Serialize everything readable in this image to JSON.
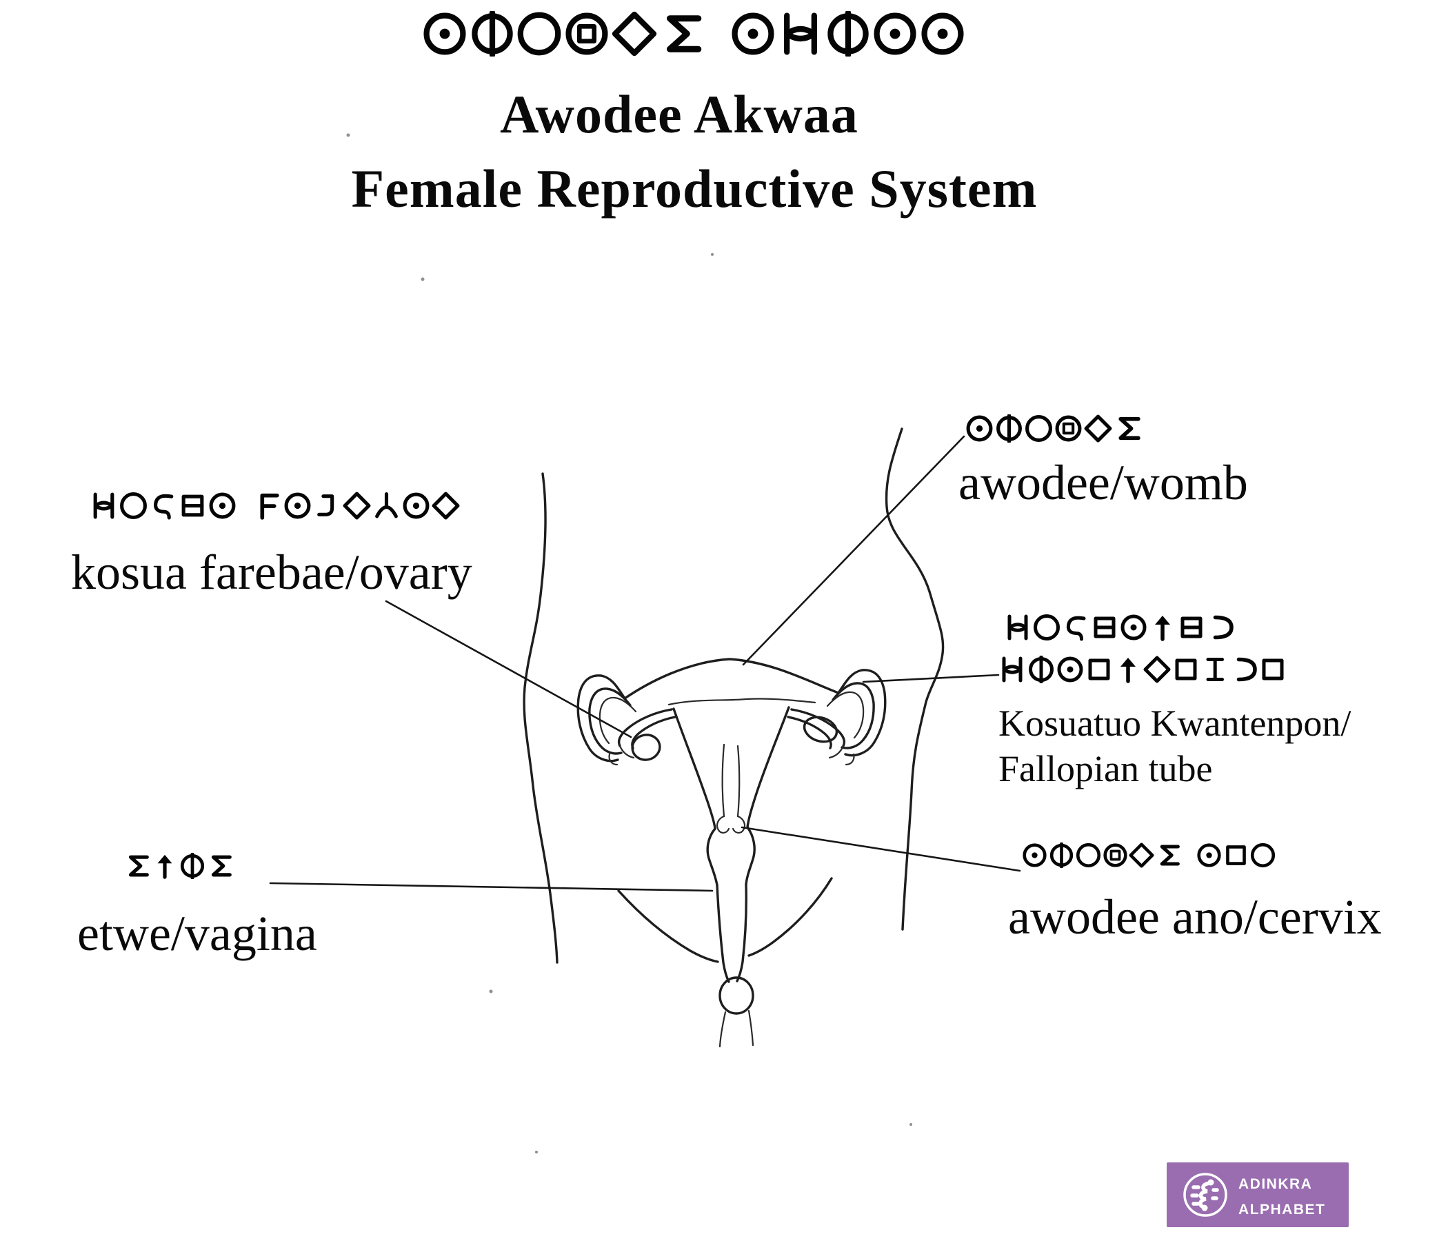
{
  "title": {
    "adinkra": "awodeɛ akwaa",
    "twi": "Awodee Akwaa",
    "english": "Female Reproductive System"
  },
  "labels": {
    "womb": {
      "adinkra": "awodeɛ",
      "latin": "awodee/womb"
    },
    "ovary": {
      "adinkra": "kosua farebae",
      "latin": "kosua farebae/ovary"
    },
    "fallopian_tube": {
      "adinkra_line1": "kosuatuɔ",
      "adinkra_line2": "kwantenpɔn",
      "latin_line1": "Kosuatuo Kwantenpon/",
      "latin_line2": "Fallopian tube"
    },
    "vagina": {
      "adinkra": "ɛtwɛ",
      "latin": "etwe/vagina"
    },
    "cervix": {
      "adinkra": "awodeɛ ano",
      "latin": "awodee ano/cervix"
    }
  },
  "logo": {
    "line1": "ADINKRA",
    "line2": "ALPHABET",
    "symbol": "gye-nyame",
    "background_color": "#9A6DB0",
    "text_color": "#FFFFFF"
  },
  "colors": {
    "ink": "#1e1e1e",
    "background": "#FFFFFF"
  }
}
